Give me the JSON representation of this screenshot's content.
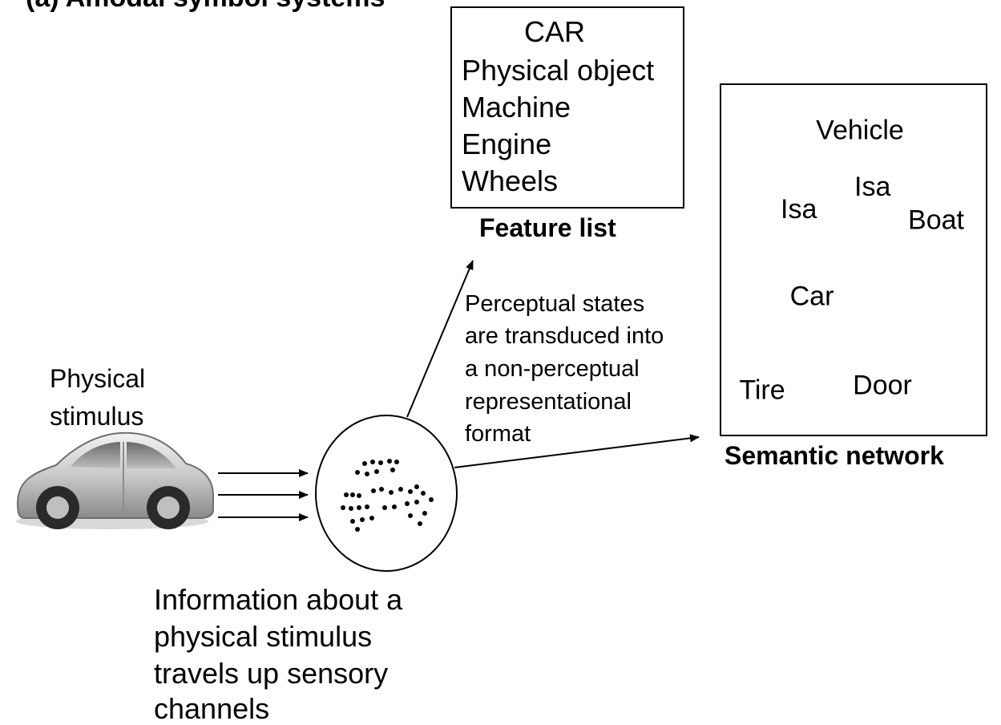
{
  "title": "(a) Amodal symbol systems",
  "feature_list": {
    "heading": "CAR",
    "items": [
      "Physical object",
      "Machine",
      "Engine",
      "Wheels"
    ],
    "caption": "Feature list"
  },
  "semantic_network": {
    "caption": "Semantic  network",
    "nodes": {
      "vehicle": "Vehicle",
      "boat": "Boat",
      "car": "Car",
      "tire": "Tire",
      "door": "Door"
    },
    "edge_labels": {
      "car_vehicle": "Isa",
      "boat_vehicle": "Isa"
    }
  },
  "stimulus_label": [
    "Physical",
    "stimulus"
  ],
  "transduction_text": [
    "Perceptual states",
    "are transduced into",
    "a non-perceptual",
    "representational",
    "format"
  ],
  "sensory_text": [
    "Information about a",
    "physical stimulus",
    "travels up sensory",
    "channels"
  ]
}
